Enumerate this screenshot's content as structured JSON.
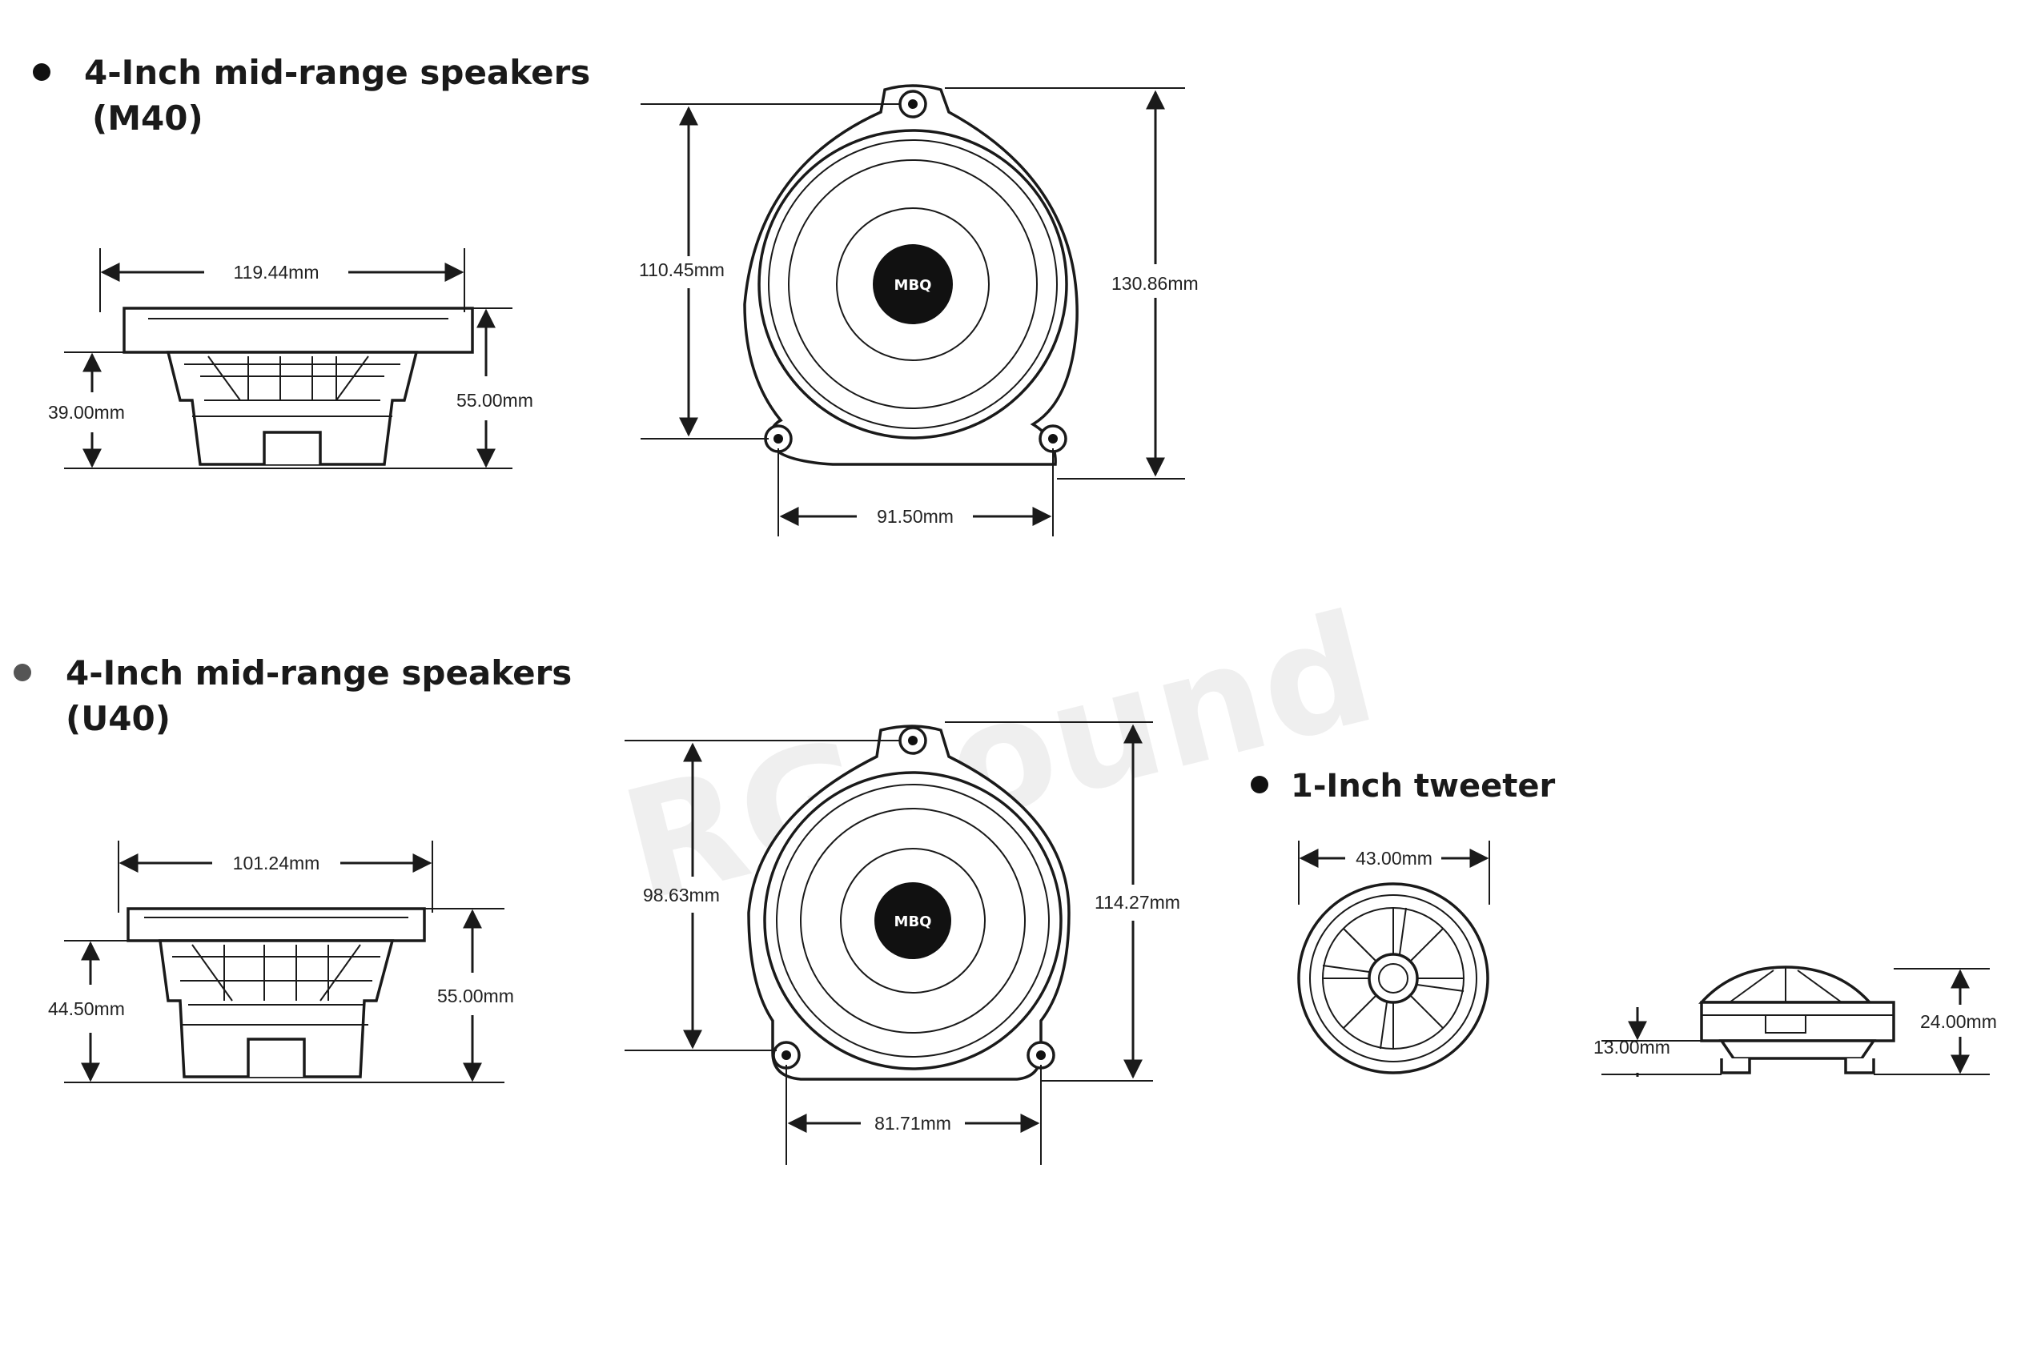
{
  "watermark": "RGsound",
  "sections": {
    "m40": {
      "title": "4-Inch mid-range speakers",
      "model": "(M40)",
      "dims": {
        "width": "119.44mm",
        "mount_height": "39.00mm",
        "total_height": "55.00mm",
        "cone_diameter": "110.45mm",
        "flange_height": "130.86mm",
        "hole_spacing": "91.50mm"
      },
      "logo": "MBQ"
    },
    "u40": {
      "title": "4-Inch mid-range speakers",
      "model": "(U40)",
      "dims": {
        "width": "101.24mm",
        "mount_height": "44.50mm",
        "total_height": "55.00mm",
        "cone_diameter": "98.63mm",
        "flange_height": "114.27mm",
        "hole_spacing": "81.71mm"
      },
      "logo": "MBQ"
    },
    "tweeter": {
      "title": "1-Inch tweeter",
      "dims": {
        "diameter": "43.00mm",
        "mount_height": "13.00mm",
        "total_height": "24.00mm"
      }
    }
  },
  "colors": {
    "ink": "#1a1a1a",
    "logo_fill": "#111111",
    "background": "#ffffff"
  }
}
